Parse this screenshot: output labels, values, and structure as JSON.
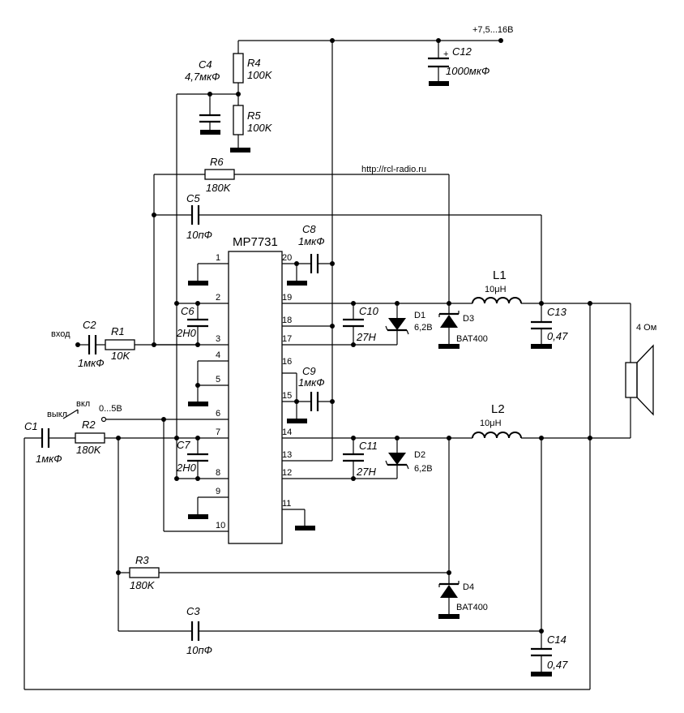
{
  "chip": {
    "name": "MP7731"
  },
  "pins": [
    "1",
    "2",
    "3",
    "4",
    "5",
    "6",
    "7",
    "8",
    "9",
    "10",
    "11",
    "12",
    "13",
    "14",
    "15",
    "16",
    "17",
    "18",
    "19",
    "20"
  ],
  "supply": "+7,5...16В",
  "website": "http://rcl-radio.ru",
  "speaker": "4 Ом",
  "input_label": "вход",
  "switch": {
    "off": "выкл",
    "on": "вкл",
    "range": "0...5В"
  },
  "components": {
    "C1": {
      "name": "C1",
      "value": "1мкФ"
    },
    "C2": {
      "name": "C2",
      "value": "1мкФ"
    },
    "C3": {
      "name": "C3",
      "value": "10пФ"
    },
    "C4": {
      "name": "C4",
      "value": "4,7мкФ"
    },
    "C5": {
      "name": "C5",
      "value": "10пФ"
    },
    "C6": {
      "name": "C6",
      "value": "2H0"
    },
    "C7": {
      "name": "C7",
      "value": "2H0"
    },
    "C8": {
      "name": "C8",
      "value": "1мкФ"
    },
    "C9": {
      "name": "C9",
      "value": "1мкФ"
    },
    "C10": {
      "name": "C10",
      "value": "27H"
    },
    "C11": {
      "name": "C11",
      "value": "27H"
    },
    "C12": {
      "name": "C12",
      "value": "1000мкФ"
    },
    "C13": {
      "name": "C13",
      "value": "0,47"
    },
    "C14": {
      "name": "C14",
      "value": "0,47"
    },
    "R1": {
      "name": "R1",
      "value": "10K"
    },
    "R2": {
      "name": "R2",
      "value": "180K"
    },
    "R3": {
      "name": "R3",
      "value": "180K"
    },
    "R4": {
      "name": "R4",
      "value": "100K"
    },
    "R5": {
      "name": "R5",
      "value": "100K"
    },
    "R6": {
      "name": "R6",
      "value": "180K"
    },
    "L1": {
      "name": "L1",
      "value": "10μH"
    },
    "L2": {
      "name": "L2",
      "value": "10μH"
    },
    "D1": {
      "name": "D1",
      "value": "6,2В"
    },
    "D2": {
      "name": "D2",
      "value": "6,2В"
    },
    "D3": {
      "name": "D3",
      "value": "BAT400"
    },
    "D4": {
      "name": "D4",
      "value": "BAT400"
    }
  },
  "plus_sign": "+"
}
